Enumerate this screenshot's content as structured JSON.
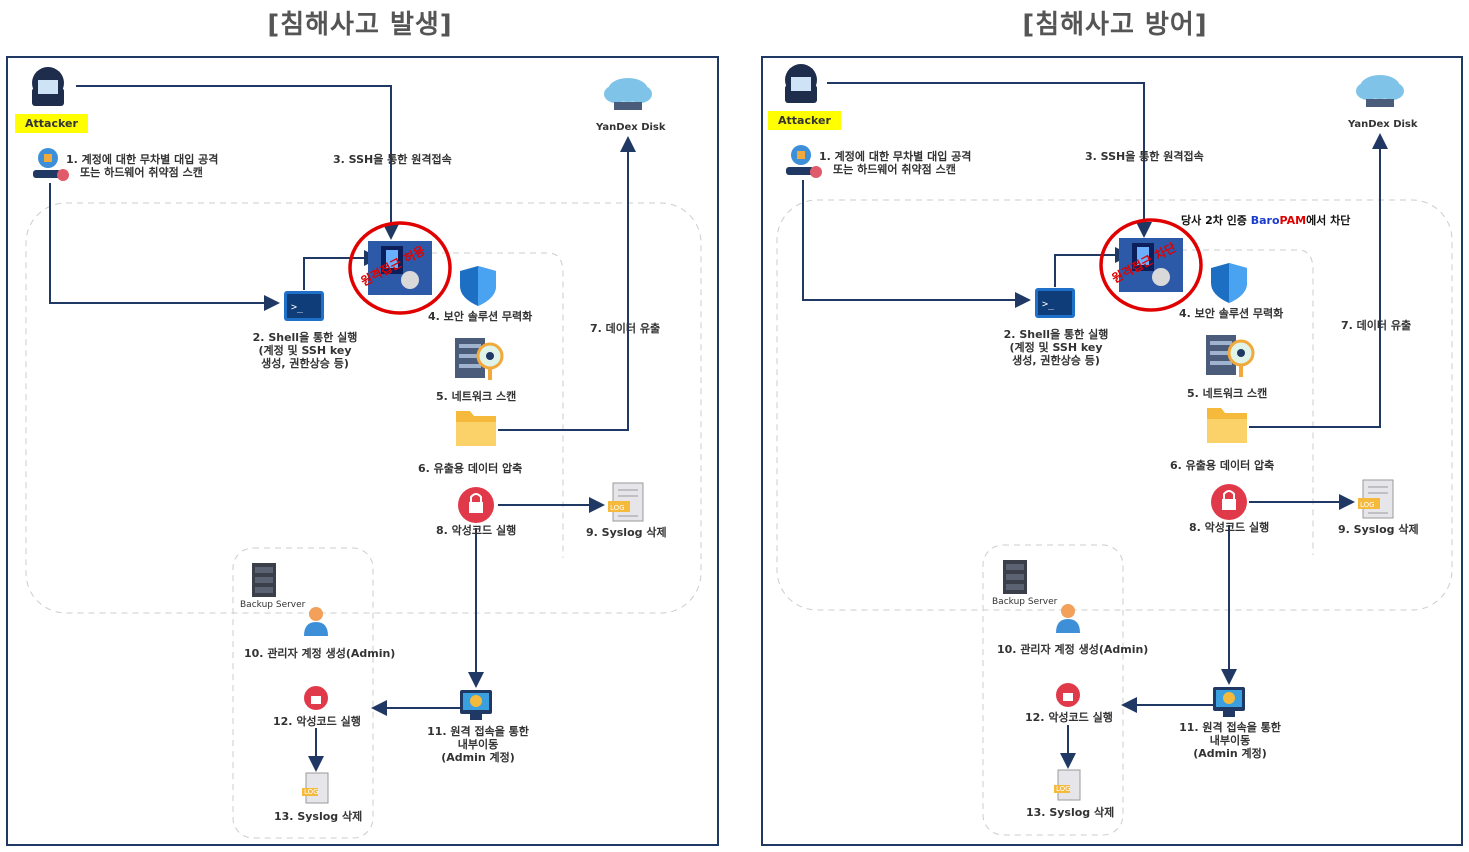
{
  "titles": {
    "left": "[침해사고 발생]",
    "right": "[침해사고 방어]"
  },
  "nodes": {
    "attacker": "Attacker",
    "step1_line1": "1. 계정에 대한 무차별 대입 공격",
    "step1_line2": "또는 하드웨어 취약점 스캔",
    "step2_line1": "2. Shell을 통한 실행",
    "step2_line2": "(계정 및 SSH key",
    "step2_line3": "생성, 권한상승 등)",
    "step3": "3. SSH을 통한 원격접속",
    "step4": "4. 보안 솔루션 무력화",
    "step5": "5. 네트워크 스캔",
    "step6": "6. 유출용 데이터 압축",
    "step7": "7. 데이터 유출",
    "step8": "8. 악성코드 실행",
    "step9": "9. Syslog 삭제",
    "yandex": "YanDex Disk",
    "backup": "Backup Server",
    "step10": "10. 관리자 계정 생성(Admin)",
    "step11_line1": "11. 원격 접속을 통한",
    "step11_line2": "내부이동",
    "step11_line3": "(Admin 계정)",
    "step12": "12. 악성코드 실행",
    "step13": "13. Syslog 삭제",
    "log_label": "LOG"
  },
  "stamps": {
    "left": "원격접근 허용",
    "right": "원격접근 차단"
  },
  "blocked_note": {
    "prefix": "당사 2차 인증 ",
    "baro": "Baro",
    "pam": "PAM",
    "suffix": "에서 차단"
  },
  "colors": {
    "arrow": "#1f3864",
    "stamp": "#e00000",
    "panel_border": "#1f3864",
    "attacker_tag": "#ffff00"
  }
}
